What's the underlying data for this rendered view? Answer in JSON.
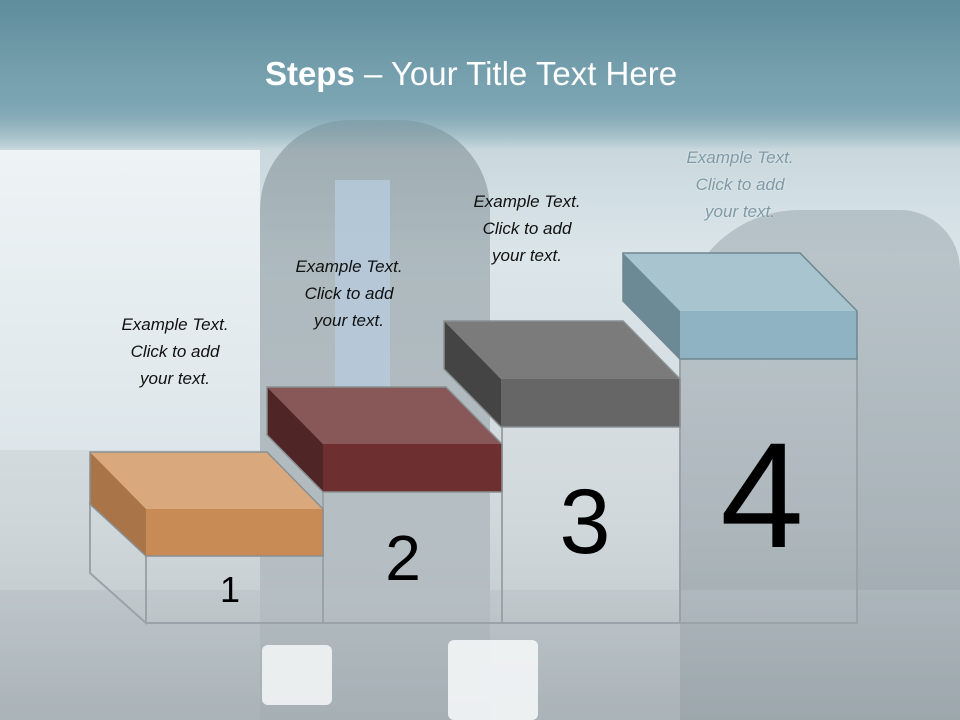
{
  "slide": {
    "title_bold": "Steps",
    "title_rest": " – Your Title Text Here"
  },
  "steps": [
    {
      "number": "1",
      "line1": "Example Text.",
      "line2": "Click  to add",
      "line3": "your text.",
      "color": "#c98b55"
    },
    {
      "number": "2",
      "line1": "Example Text.",
      "line2": "Click  to add",
      "line3": "your text.",
      "color": "#6e2f30"
    },
    {
      "number": "3",
      "line1": "Example Text.",
      "line2": "Click  to add",
      "line3": "your text.",
      "color": "#666666"
    },
    {
      "number": "4",
      "line1": "Example Text.",
      "line2": "Click  to add",
      "line3": "your text.",
      "color": "#8fb3c2"
    }
  ]
}
